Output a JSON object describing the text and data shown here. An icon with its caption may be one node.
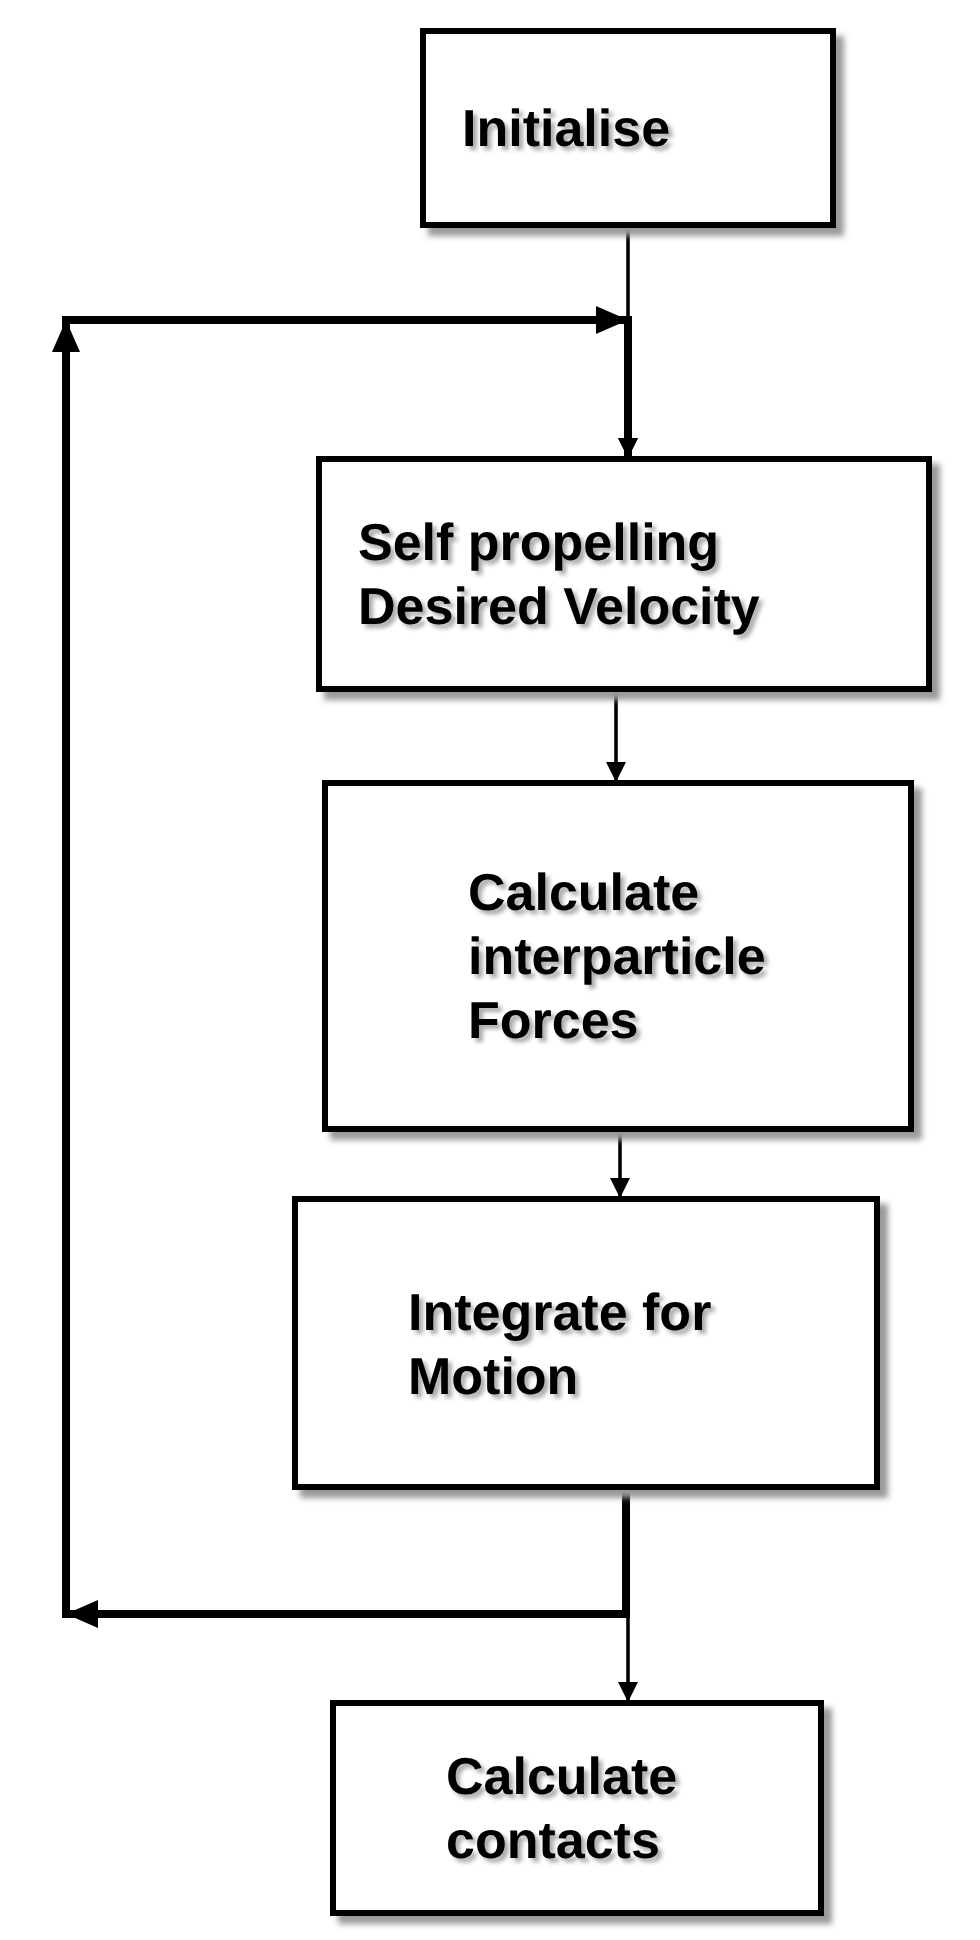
{
  "diagram": {
    "nodes": [
      {
        "text": [
          "Initialise"
        ]
      },
      {
        "text": [
          "Self propelling Desired Velocity"
        ]
      },
      {
        "text": [
          "Calculate interparticle Forces"
        ]
      },
      {
        "text": [
          "Integrate for Motion"
        ]
      },
      {
        "text": [
          "Calculate contacts"
        ]
      }
    ],
    "edges": [
      {
        "from": 0,
        "to": 1,
        "arrow": "to"
      },
      {
        "from": 1,
        "to": 2,
        "arrow": "to"
      },
      {
        "from": 2,
        "to": 3,
        "arrow": "to"
      },
      {
        "from": 3,
        "to": 4,
        "arrow": "to"
      },
      {
        "from": 3,
        "to": 1,
        "arrow": "to",
        "style": "thick"
      }
    ]
  }
}
